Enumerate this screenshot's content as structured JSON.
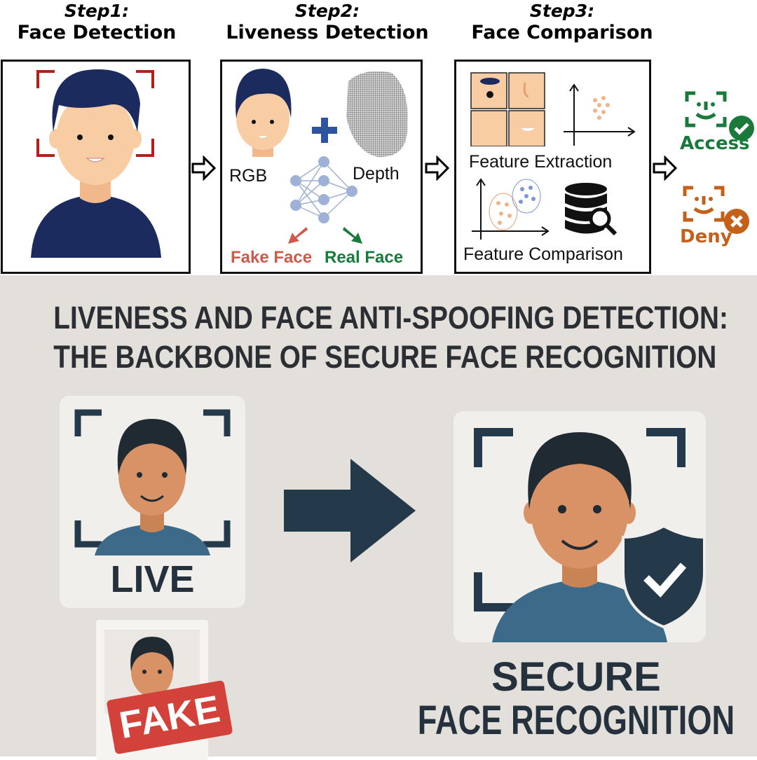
{
  "steps": [
    {
      "step": "Step1:",
      "title": "Face Detection"
    },
    {
      "step": "Step2:",
      "title": "Liveness Detection"
    },
    {
      "step": "Step3:",
      "title": "Face Comparison"
    }
  ],
  "liveness": {
    "rgb": "RGB",
    "depth": "Depth",
    "fake": "Fake Face",
    "real": "Real Face"
  },
  "comparison": {
    "extraction": "Feature Extraction",
    "comparison": "Feature Comparison"
  },
  "results": {
    "access": "Access",
    "deny": "Deny"
  },
  "colors": {
    "green": "#1a7a3c",
    "orange": "#c4601a",
    "fake_red": "#cf5a4b",
    "navy": "#1c2b5e",
    "dark": "#24394a",
    "bg": "#e3e0db"
  },
  "heading": {
    "line1": "LIVENESS AND FACE ANTI-SPOOFING DETECTION:",
    "line2": "THE BACKBONE OF SECURE FACE RECOGNITION"
  },
  "cards": {
    "live": "LIVE",
    "fake": "FAKE",
    "secure_line1": "SECURE",
    "secure_line2": "FACE RECOGNITION"
  }
}
